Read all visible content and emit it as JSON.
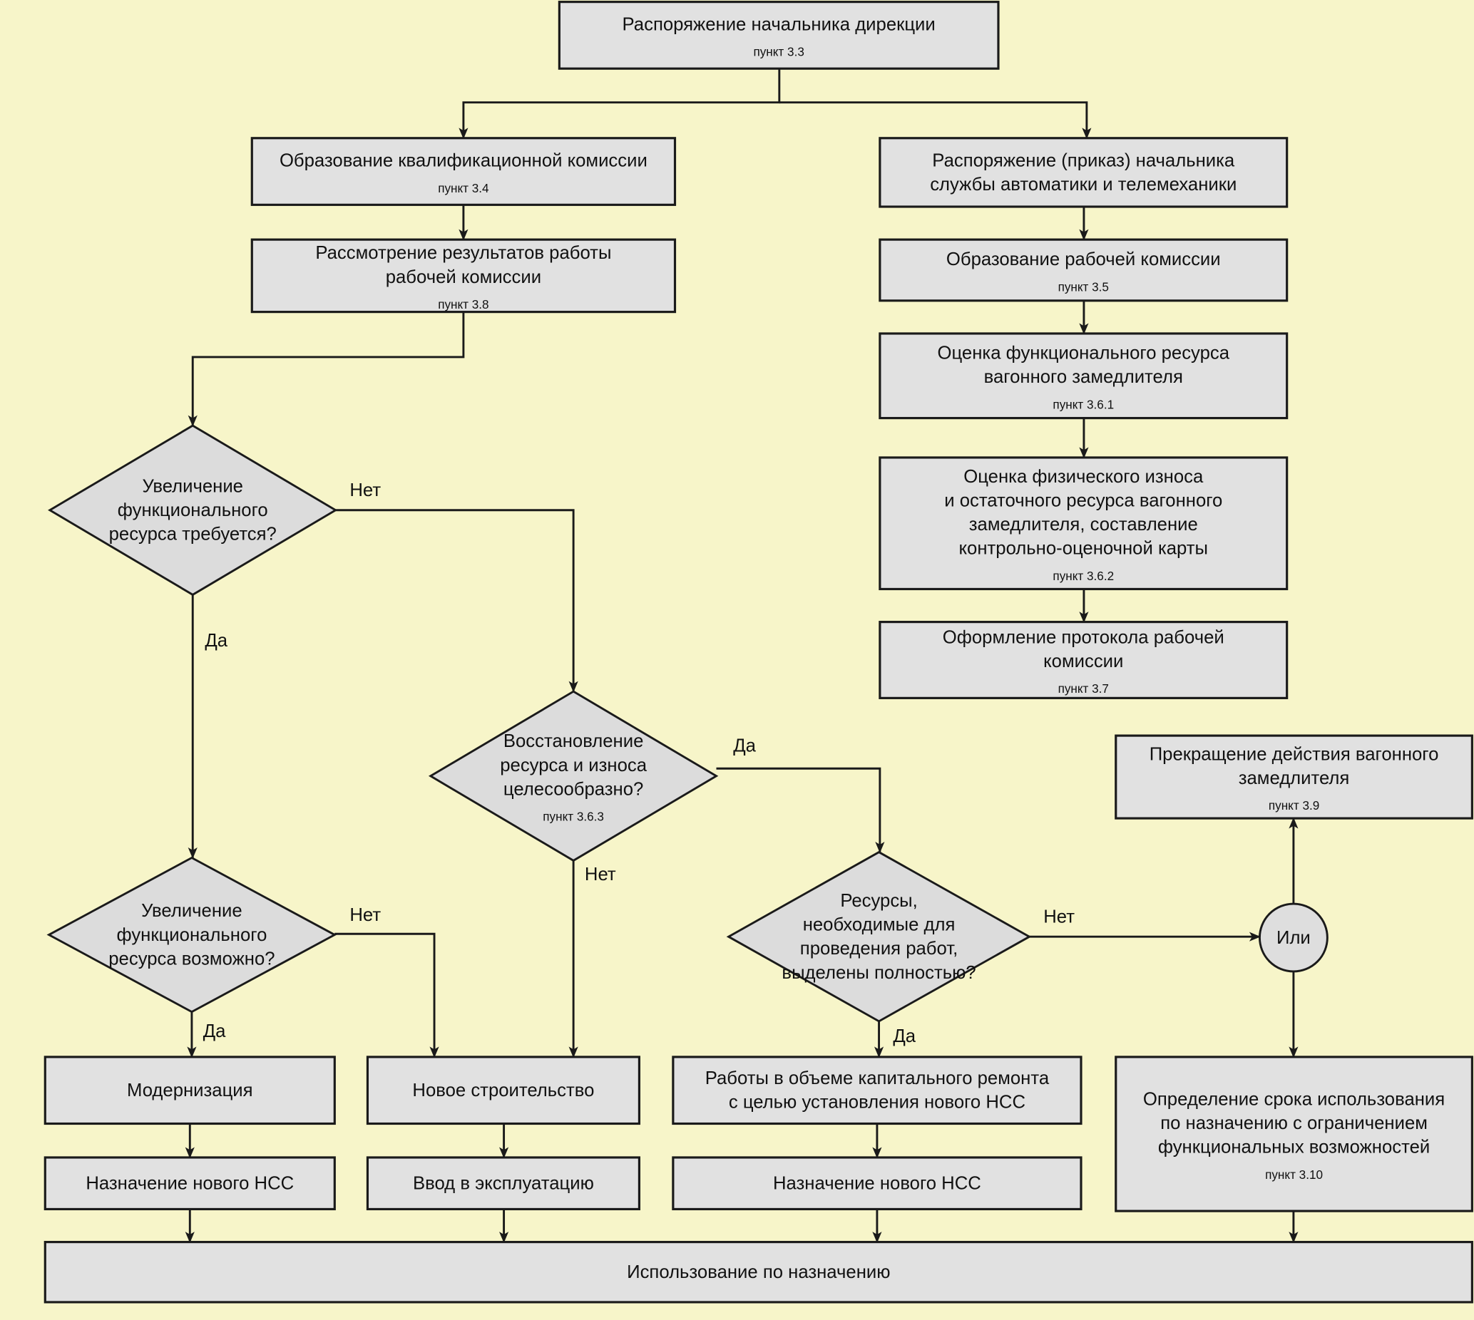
{
  "diagram": {
    "colors": {
      "background": "#f7f5c9",
      "node_fill": "#e1e1e1",
      "line": "#1a1a1a"
    },
    "nodes": [
      {
        "id": "n_top",
        "type": "process",
        "lines": [
          "Распоряжение начальника дирекции"
        ],
        "ref": "пункт 3.3"
      },
      {
        "id": "n_kval",
        "type": "process",
        "lines": [
          "Образование квалификационной комиссии"
        ],
        "ref": "пункт 3.4"
      },
      {
        "id": "n_rass",
        "type": "process",
        "lines": [
          "Рассмотрение результатов работы",
          "рабочей комиссии"
        ],
        "ref": "пункт 3.8"
      },
      {
        "id": "n_prikaz",
        "type": "process",
        "lines": [
          "Распоряжение (приказ) начальника",
          "службы автоматики и телемеханики"
        ],
        "ref": ""
      },
      {
        "id": "n_rabkom",
        "type": "process",
        "lines": [
          "Образование рабочей комиссии"
        ],
        "ref": "пункт 3.5"
      },
      {
        "id": "n_func",
        "type": "process",
        "lines": [
          "Оценка функционального ресурса",
          "вагонного замедлителя"
        ],
        "ref": "пункт 3.6.1"
      },
      {
        "id": "n_phys",
        "type": "process",
        "lines": [
          "Оценка физического износа",
          "и остаточного ресурса вагонного",
          "замедлителя, составление",
          "контрольно-оценочной карты"
        ],
        "ref": "пункт 3.6.2"
      },
      {
        "id": "n_protokol",
        "type": "process",
        "lines": [
          "Оформление протокола рабочей",
          "комиссии"
        ],
        "ref": "пункт 3.7"
      },
      {
        "id": "d_required",
        "type": "decision",
        "lines": [
          "Увеличение",
          "функционального",
          "ресурса требуется?"
        ],
        "ref": ""
      },
      {
        "id": "d_restore",
        "type": "decision",
        "lines": [
          "Восстановление",
          "ресурса и износа",
          "целесообразно?"
        ],
        "ref": "пункт 3.6.3"
      },
      {
        "id": "d_possible",
        "type": "decision",
        "lines": [
          "Увеличение",
          "функционального",
          "ресурса возможно?"
        ],
        "ref": ""
      },
      {
        "id": "d_resources",
        "type": "decision",
        "lines": [
          "Ресурсы,",
          "необходимые для",
          "проведения работ,",
          "выделены полностью?"
        ],
        "ref": ""
      },
      {
        "id": "c_or",
        "type": "connector",
        "lines": [
          "Или"
        ],
        "ref": ""
      },
      {
        "id": "n_stop",
        "type": "process",
        "lines": [
          "Прекращение действия вагонного",
          "замедлителя"
        ],
        "ref": "пункт 3.9"
      },
      {
        "id": "n_modern",
        "type": "process",
        "lines": [
          "Модернизация"
        ],
        "ref": ""
      },
      {
        "id": "n_newbuild",
        "type": "process",
        "lines": [
          "Новое строительство"
        ],
        "ref": ""
      },
      {
        "id": "n_capital",
        "type": "process",
        "lines": [
          "Работы в объеме капитального ремонта",
          "с целью установления нового НСС"
        ],
        "ref": ""
      },
      {
        "id": "n_limit",
        "type": "process",
        "lines": [
          "Определение срока использования",
          "по назначению с ограничением",
          "функциональных возможностей"
        ],
        "ref": "пункт 3.10"
      },
      {
        "id": "n_nss1",
        "type": "process",
        "lines": [
          "Назначение нового НСС"
        ],
        "ref": ""
      },
      {
        "id": "n_commission",
        "type": "process",
        "lines": [
          "Ввод в эксплуатацию"
        ],
        "ref": ""
      },
      {
        "id": "n_nss2",
        "type": "process",
        "lines": [
          "Назначение нового НСС"
        ],
        "ref": ""
      },
      {
        "id": "n_use",
        "type": "process",
        "lines": [
          "Использование по назначению"
        ],
        "ref": ""
      }
    ],
    "edges": [
      {
        "from": "n_top",
        "to": "n_kval",
        "label": ""
      },
      {
        "from": "n_top",
        "to": "n_prikaz",
        "label": ""
      },
      {
        "from": "n_kval",
        "to": "n_rass",
        "label": ""
      },
      {
        "from": "n_rass",
        "to": "d_required",
        "label": ""
      },
      {
        "from": "n_prikaz",
        "to": "n_rabkom",
        "label": ""
      },
      {
        "from": "n_rabkom",
        "to": "n_func",
        "label": ""
      },
      {
        "from": "n_func",
        "to": "n_phys",
        "label": ""
      },
      {
        "from": "n_phys",
        "to": "n_protokol",
        "label": ""
      },
      {
        "from": "d_required",
        "to": "d_restore",
        "label": "Нет"
      },
      {
        "from": "d_required",
        "to": "d_possible",
        "label": "Да"
      },
      {
        "from": "d_restore",
        "to": "d_resources",
        "label": "Да"
      },
      {
        "from": "d_restore",
        "to": "n_newbuild",
        "label": "Нет"
      },
      {
        "from": "d_possible",
        "to": "n_newbuild",
        "label": "Нет"
      },
      {
        "from": "d_possible",
        "to": "n_modern",
        "label": "Да"
      },
      {
        "from": "d_resources",
        "to": "c_or",
        "label": "Нет"
      },
      {
        "from": "d_resources",
        "to": "n_capital",
        "label": "Да"
      },
      {
        "from": "c_or",
        "to": "n_stop",
        "label": ""
      },
      {
        "from": "c_or",
        "to": "n_limit",
        "label": ""
      },
      {
        "from": "n_modern",
        "to": "n_nss1",
        "label": ""
      },
      {
        "from": "n_newbuild",
        "to": "n_commission",
        "label": ""
      },
      {
        "from": "n_capital",
        "to": "n_nss2",
        "label": ""
      },
      {
        "from": "n_nss1",
        "to": "n_use",
        "label": ""
      },
      {
        "from": "n_commission",
        "to": "n_use",
        "label": ""
      },
      {
        "from": "n_nss2",
        "to": "n_use",
        "label": ""
      },
      {
        "from": "n_limit",
        "to": "n_use",
        "label": ""
      }
    ]
  }
}
